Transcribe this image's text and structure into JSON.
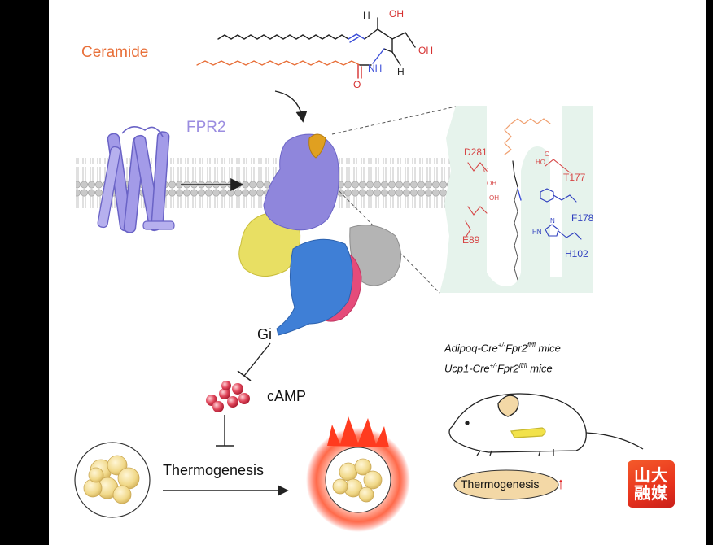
{
  "labels": {
    "ceramide": "Ceramide",
    "fpr2": "FPR2",
    "gi": "Gi",
    "camp": "cAMP",
    "thermogenesis_left": "Thermogenesis",
    "thermogenesis_right": "Thermogenesis",
    "up_arrow": "↑",
    "mouse_line1_a": "Adipoq-Cre",
    "mouse_line1_sup1": "+/-",
    "mouse_line1_b": "Fpr2",
    "mouse_line1_sup2": "fl/fl",
    "mouse_line1_c": " mice",
    "mouse_line2_a": "Ucp1-Cre",
    "mouse_line2_sup1": "+/-",
    "mouse_line2_b": "Fpr2",
    "mouse_line2_sup2": "fl/fl",
    "mouse_line2_c": " mice"
  },
  "molecule": {
    "oh1": "OH",
    "oh2": "OH",
    "h1": "H",
    "h2": "H",
    "nh": "NH",
    "o": "O"
  },
  "residues": {
    "d281": "D281",
    "t177": "T177",
    "f178": "F178",
    "e89": "E89",
    "h102": "H102",
    "oh_a": "OH",
    "oh_b": "OH",
    "o_a": "O",
    "o_b": "O",
    "ho": "HO",
    "hn": "HN",
    "n": "N"
  },
  "logo": {
    "line1": "山大",
    "line2": "融媒"
  },
  "colors": {
    "ceramide": "#e8703a",
    "fpr2": "#9b8de0",
    "residue_red": "#d64545",
    "residue_blue": "#2f3fbf",
    "pocket": "#e6f3ec",
    "gprotein_yellow": "#e8df63",
    "gprotein_blue": "#3f7fd6",
    "gprotein_pink": "#e54b7a",
    "gprotein_gray": "#aaaaaa",
    "camp": "#e0455a",
    "fat": "#f2dc8e",
    "flame": "#ff3b1f"
  }
}
